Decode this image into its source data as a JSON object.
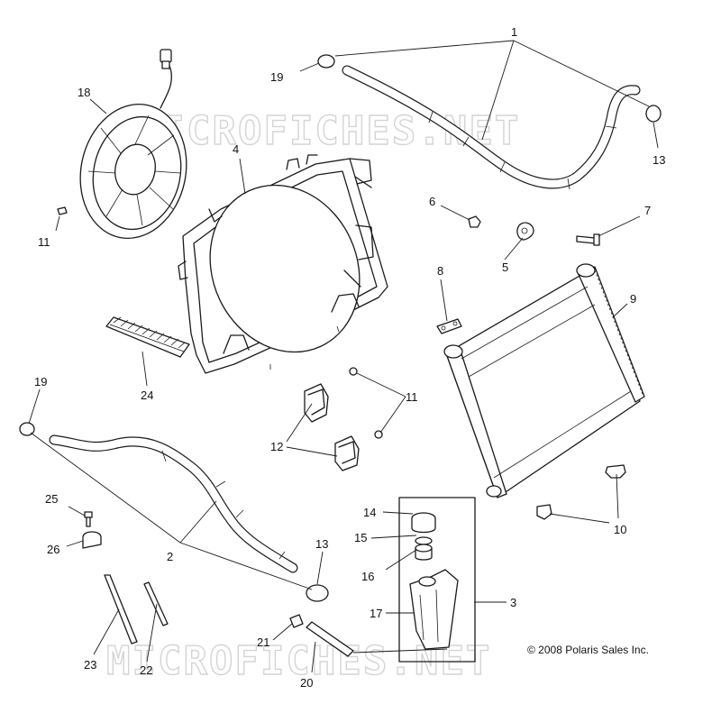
{
  "diagram": {
    "copyright": "© 2008 Polaris Sales Inc.",
    "watermark": "MICROFICHES.NET",
    "callouts": [
      {
        "id": "c1",
        "label": "1"
      },
      {
        "id": "c2",
        "label": "2"
      },
      {
        "id": "c3",
        "label": "3"
      },
      {
        "id": "c4",
        "label": "4"
      },
      {
        "id": "c5",
        "label": "5"
      },
      {
        "id": "c6",
        "label": "6"
      },
      {
        "id": "c7",
        "label": "7"
      },
      {
        "id": "c8",
        "label": "8"
      },
      {
        "id": "c9",
        "label": "9"
      },
      {
        "id": "c10",
        "label": "10"
      },
      {
        "id": "c11a",
        "label": "11"
      },
      {
        "id": "c11b",
        "label": "11"
      },
      {
        "id": "c12",
        "label": "12"
      },
      {
        "id": "c13a",
        "label": "13"
      },
      {
        "id": "c13b",
        "label": "13"
      },
      {
        "id": "c14",
        "label": "14"
      },
      {
        "id": "c15",
        "label": "15"
      },
      {
        "id": "c16",
        "label": "16"
      },
      {
        "id": "c17",
        "label": "17"
      },
      {
        "id": "c18",
        "label": "18"
      },
      {
        "id": "c19a",
        "label": "19"
      },
      {
        "id": "c19b",
        "label": "19"
      },
      {
        "id": "c20",
        "label": "20"
      },
      {
        "id": "c21",
        "label": "21"
      },
      {
        "id": "c22",
        "label": "22"
      },
      {
        "id": "c23",
        "label": "23"
      },
      {
        "id": "c24",
        "label": "24"
      },
      {
        "id": "c25",
        "label": "25"
      },
      {
        "id": "c26",
        "label": "26"
      }
    ]
  }
}
